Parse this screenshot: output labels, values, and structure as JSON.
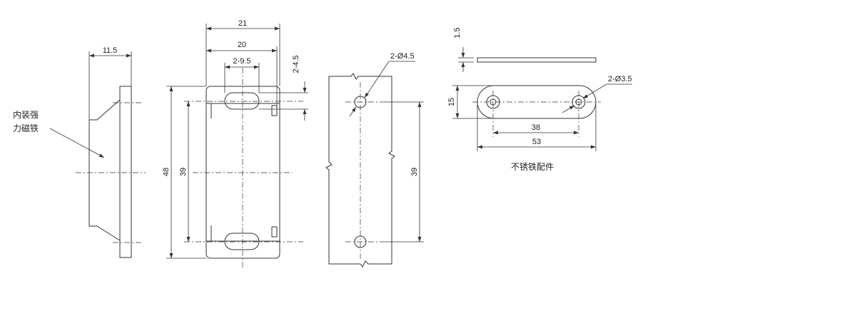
{
  "dimensions": {
    "side_width": "11.5",
    "overall_width": "21",
    "inner_width": "20",
    "slot_length": "2-9.5",
    "slot_width": "2-4.5",
    "overall_height": "48",
    "hole_pitch": "39",
    "plate_pitch": "39",
    "plate_holes": "2-Ø4.5",
    "strip_thickness": "1.5",
    "strip_height": "15",
    "strip_holes": "2-Ø3.5",
    "strip_pitch": "38",
    "strip_length": "53"
  },
  "notes": {
    "magnet_line1": "内装强",
    "magnet_line2": "力磁铁",
    "strip_caption": "不锈铁配件"
  }
}
